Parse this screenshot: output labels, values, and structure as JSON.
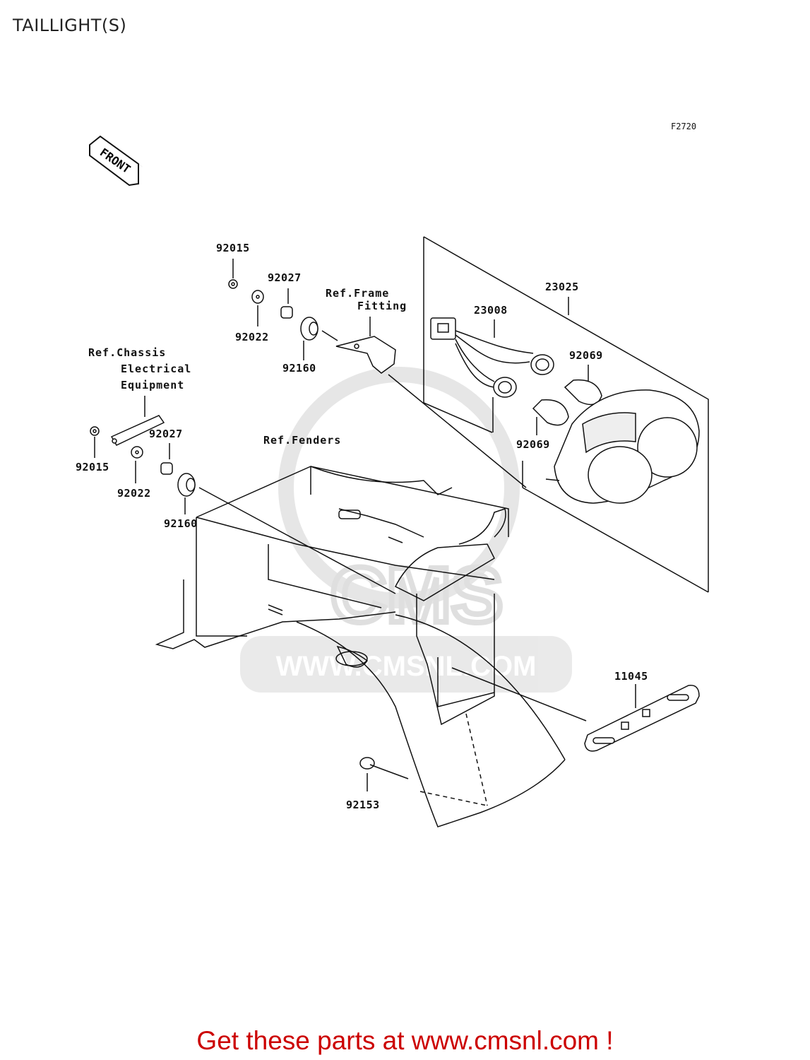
{
  "page": {
    "title": "TAILLIGHT(S)",
    "figure_code": "F2720",
    "front_label": "FRONT",
    "watermark_url": "WWW.CMSNL.COM",
    "watermark_brand": "CMS",
    "footer_link": "Get these parts at www.cmsnl.com !"
  },
  "parts": {
    "p92015_top": "92015",
    "p92027_top": "92027",
    "p92022_top": "92022",
    "p92160_top": "92160",
    "p23025": "23025",
    "p23008": "23008",
    "p92069_a": "92069",
    "p92069_b": "92069",
    "p92027_left": "92027",
    "p92015_left": "92015",
    "p92022_left": "92022",
    "p92160_left": "92160",
    "p11045": "11045",
    "p92153": "92153"
  },
  "refs": {
    "frame_fitting_1": "Ref.Frame",
    "frame_fitting_2": "Fitting",
    "chassis_1": "Ref.Chassis",
    "chassis_2": "Electrical",
    "chassis_3": "Equipment",
    "fenders": "Ref.Fenders"
  }
}
